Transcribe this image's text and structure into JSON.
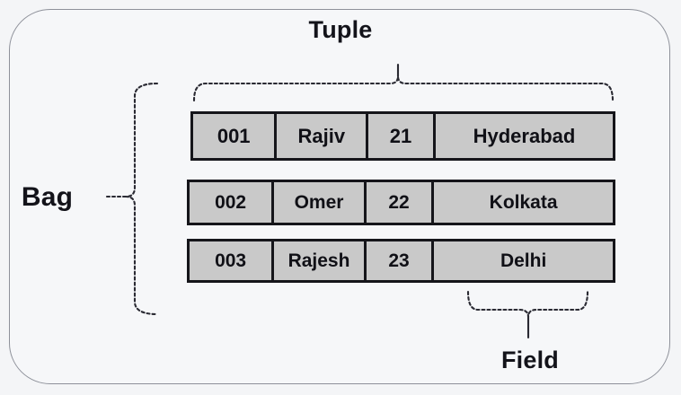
{
  "diagram": {
    "title_label": "Tuple",
    "left_label": "Bag",
    "bottom_label": "Field",
    "colors": {
      "canvas": "#f6f7f9",
      "frame_border": "#8e919a",
      "cell_fill": "#c9c9c9",
      "cell_border": "#15151a",
      "text": "#101016",
      "brace": "#2a2a33"
    }
  },
  "table": {
    "rows": [
      {
        "id": "001",
        "name": "Rajiv",
        "age": "21",
        "city": "Hyderabad"
      },
      {
        "id": "002",
        "name": "Omer",
        "age": "22",
        "city": "Kolkata"
      },
      {
        "id": "003",
        "name": "Rajesh",
        "age": "23",
        "city": "Delhi"
      }
    ]
  },
  "annotations": {
    "tuple": {
      "label": "Tuple",
      "points_to": "row-1",
      "brace": "horizontal-down"
    },
    "bag": {
      "label": "Bag",
      "points_to": "all-rows",
      "brace": "vertical-right"
    },
    "field": {
      "label": "Field",
      "points_to": "row-3-city-cell",
      "brace": "horizontal-up"
    }
  }
}
